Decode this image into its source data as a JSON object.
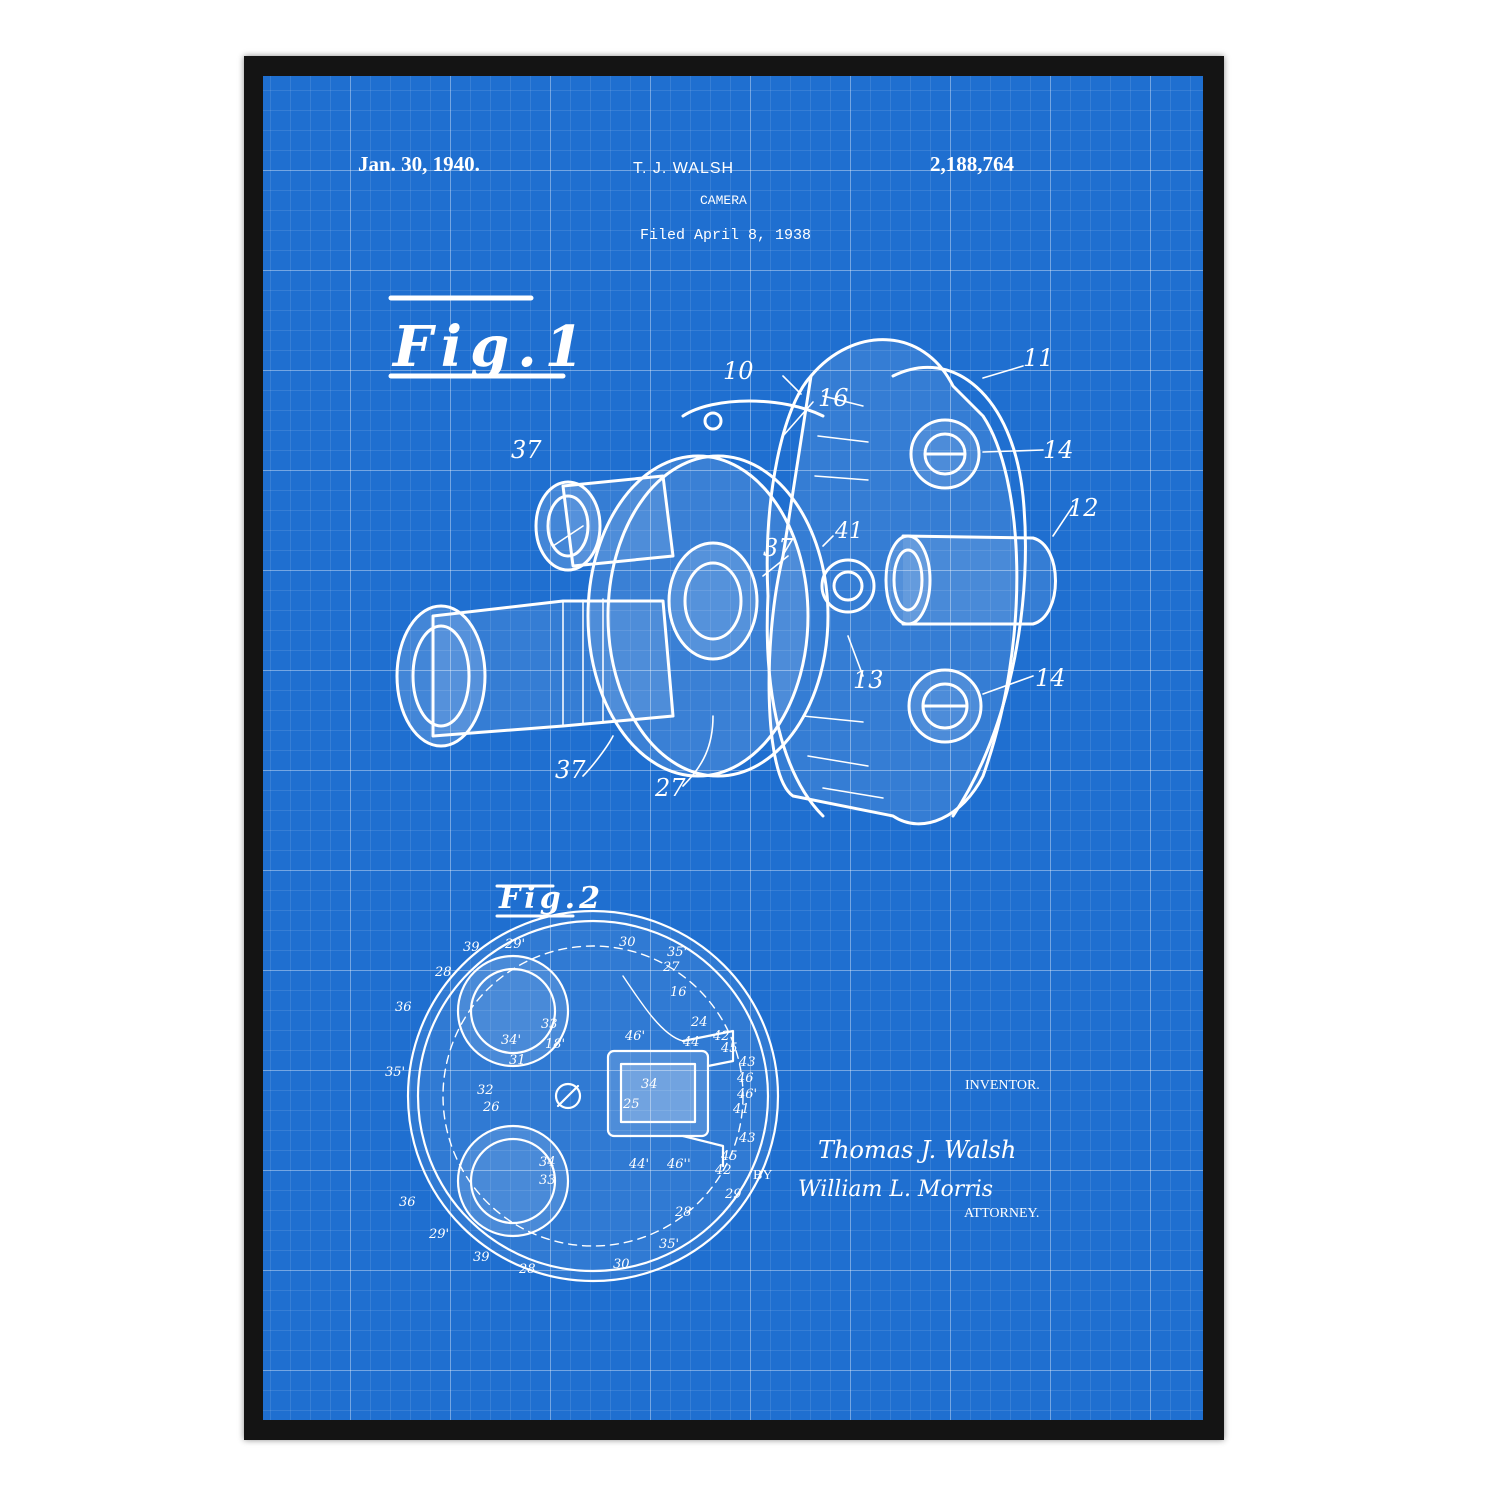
{
  "header": {
    "date": "Jan. 30, 1940.",
    "inventor_name": "T. J. WALSH",
    "patent_number": "2,188,764",
    "title": "CAMERA",
    "filed": "Filed April 8, 1938"
  },
  "figures": {
    "fig1_label": "Fig.1",
    "fig2_label": "Fig.2"
  },
  "fig1_refs": [
    "10",
    "11",
    "12",
    "13",
    "14",
    "14",
    "16",
    "27",
    "37",
    "37",
    "37",
    "41"
  ],
  "fig2_refs": [
    "16",
    "24",
    "25",
    "26",
    "27",
    "28",
    "28",
    "28",
    "29",
    "29'",
    "29'",
    "30",
    "30",
    "31",
    "32",
    "33",
    "33",
    "34",
    "34",
    "34'",
    "35'",
    "35'",
    "35'",
    "36",
    "36",
    "39",
    "39",
    "41",
    "42",
    "42",
    "43",
    "43",
    "44",
    "44'",
    "45",
    "45",
    "46",
    "46'",
    "46'",
    "46''",
    "18'"
  ],
  "footer": {
    "inventor_caption": "INVENTOR.",
    "inventor_signature": "Thomas J. Walsh",
    "by": "BY",
    "attorney_signature": "William L. Morris",
    "attorney_caption": "ATTORNEY."
  },
  "colors": {
    "blueprint": "#1f6fd0",
    "frame": "#141414",
    "ink": "#ffffff"
  }
}
